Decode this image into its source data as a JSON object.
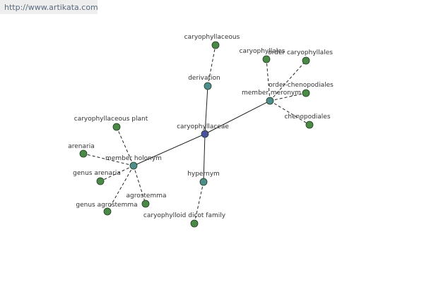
{
  "header": {
    "url_text": "http://www.artikata.com"
  },
  "colors": {
    "center": "#4a52a0",
    "relation": "#4f8c8c",
    "leaf": "#4a8a46",
    "edge": "#222222"
  },
  "graph": {
    "center": {
      "id": "center",
      "label": "caryophyllaceae"
    },
    "relations": [
      {
        "id": "derivation",
        "label": "derivation"
      },
      {
        "id": "member-meronym",
        "label": "member meronym"
      },
      {
        "id": "member-holonym",
        "label": "member holonym"
      },
      {
        "id": "hypernym",
        "label": "hypernym"
      }
    ],
    "leaves": [
      {
        "id": "caryophyllaceous",
        "label": "caryophyllaceous",
        "parent": "derivation"
      },
      {
        "id": "caryophyllales",
        "label": "caryophyllales",
        "parent": "member-meronym"
      },
      {
        "id": "order-caryophyllales",
        "label": "order caryophyllales",
        "parent": "member-meronym"
      },
      {
        "id": "order-chenopodiales",
        "label": "order-chenopodiales",
        "parent": "member-meronym"
      },
      {
        "id": "chenopodiales",
        "label": "chenopodiales",
        "parent": "member-meronym"
      },
      {
        "id": "caryophyllaceous-plant",
        "label": "caryophyllaceous plant",
        "parent": "member-holonym"
      },
      {
        "id": "arenaria",
        "label": "arenaria",
        "parent": "member-holonym"
      },
      {
        "id": "genus-arenaria",
        "label": "genus arenaria",
        "parent": "member-holonym"
      },
      {
        "id": "agrostemma",
        "label": "agrostemma",
        "parent": "member-holonym"
      },
      {
        "id": "genus-agrostemma",
        "label": "genus agrostemma",
        "parent": "member-holonym"
      },
      {
        "id": "caryophylloid-dicot-family",
        "label": "caryophylloid dicot family",
        "parent": "hypernym"
      }
    ]
  }
}
